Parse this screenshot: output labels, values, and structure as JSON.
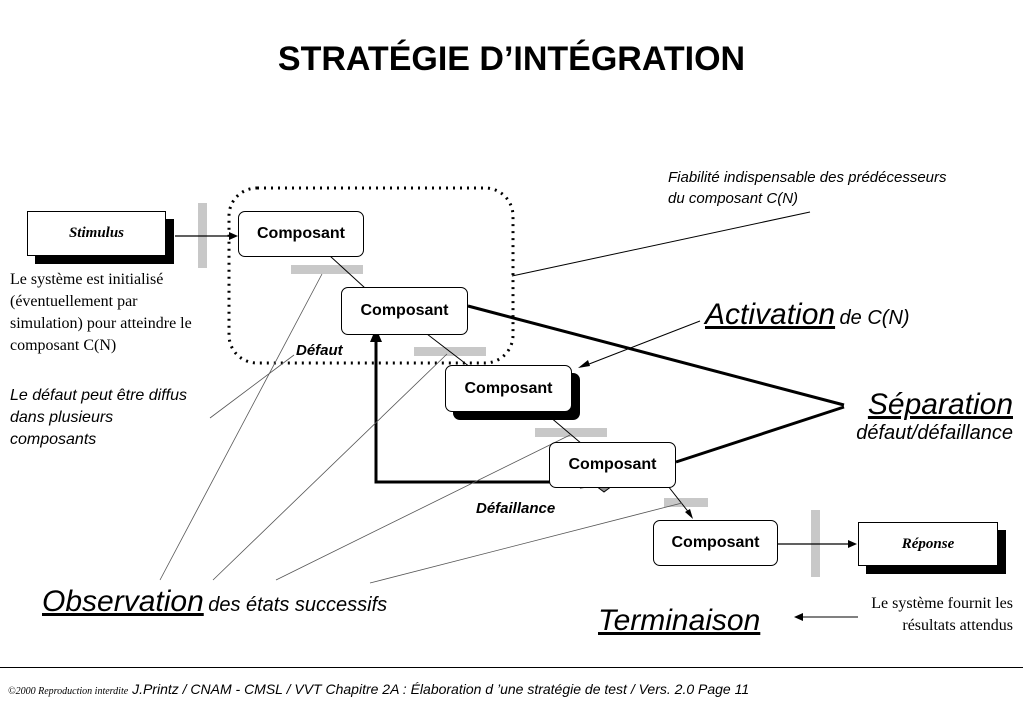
{
  "title": "STRATÉGIE D’INTÉGRATION",
  "stimulus": "Stimulus",
  "reponse": "Réponse",
  "composants": [
    "Composant",
    "Composant",
    "Composant",
    "Composant",
    "Composant"
  ],
  "labels": {
    "defaut": "Défaut",
    "defaillance": "Défaillance"
  },
  "notes": {
    "fiabilite_1": "Fiabilité indispensable des prédécesseurs",
    "fiabilite_2": "du composant C(N)",
    "init_1": "Le système est initialisé",
    "init_2": "(éventuellement par",
    "init_3": "simulation) pour atteindre le",
    "init_4": "composant C(N)",
    "diffus_1": "Le défaut peut être diffus",
    "diffus_2": "dans plusieurs",
    "diffus_3": "composants",
    "fournit_1": "Le système fournit les",
    "fournit_2": "résultats attendus"
  },
  "headings": {
    "activation": "Activation",
    "activation_sub": "de C(N)",
    "separation": "Séparation",
    "separation_sub": "défaut/défaillance",
    "observation": "Observation",
    "observation_sub": "des états successifs",
    "terminaison": "Terminaison"
  },
  "footer": {
    "copyright": "©2000 Reproduction interdite",
    "text": "J.Printz / CNAM - CMSL / VVT Chapitre 2A  : Élaboration d ’une stratégie de test / Vers. 2.0    Page 11"
  }
}
